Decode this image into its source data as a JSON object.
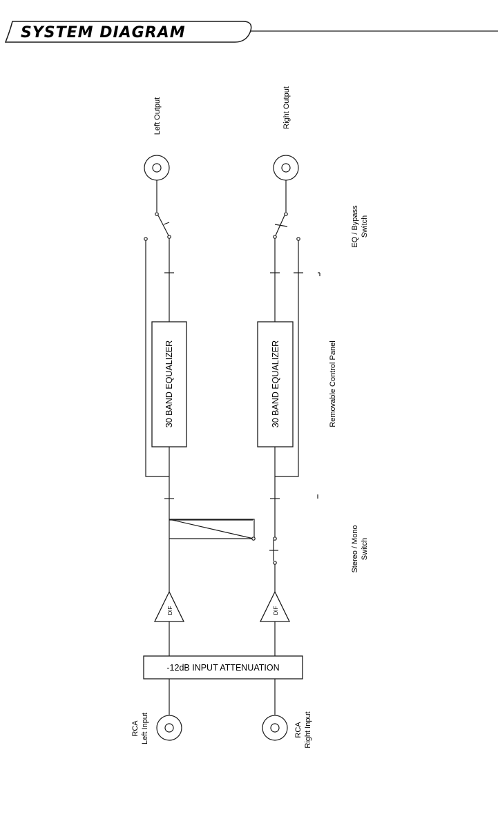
{
  "header": {
    "title": "SYSTEM DIAGRAM"
  },
  "outputs": {
    "left": "Left Output",
    "right": "Right Output"
  },
  "switches": {
    "eq_bypass": [
      "EQ / Bypass",
      "Switch"
    ],
    "stereo_mono": [
      "Stereo / Mono",
      "Switch"
    ]
  },
  "equalizers": {
    "left": "30 BAND EQUALIZER",
    "right": "30 BAND EQUALIZER"
  },
  "panel": {
    "label": "Removable Control Panel"
  },
  "amplifiers": {
    "left": "DIF",
    "right": "DIF"
  },
  "attenuation": {
    "label": "-12dB INPUT ATTENUATION"
  },
  "inputs": {
    "left": [
      "RCA",
      "Left Input"
    ],
    "right": [
      "RCA",
      "Right Input"
    ]
  }
}
